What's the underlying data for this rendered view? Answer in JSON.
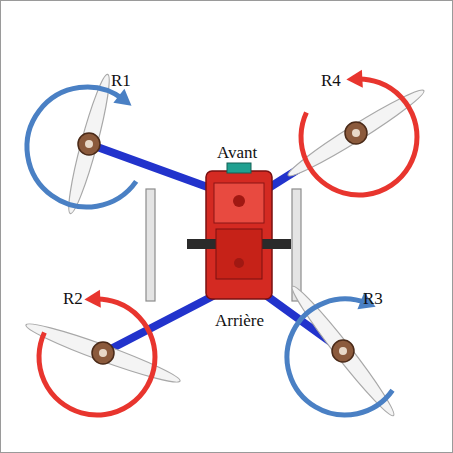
{
  "diagram": {
    "labels": [
      "R1",
      "R4",
      "Avant",
      "R2",
      "Arrière",
      "R3"
    ]
  }
}
